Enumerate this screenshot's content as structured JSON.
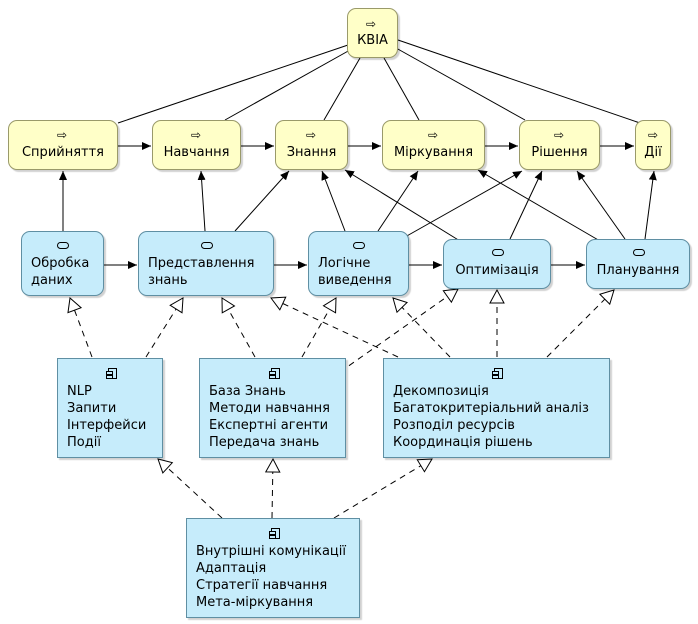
{
  "processes": {
    "kvia": "КВІА",
    "perception": "Сприйняття",
    "learning": "Навчання",
    "knowledge": "Знання",
    "reasoning": "Міркування",
    "decisions": "Рішення",
    "actions": "Дії"
  },
  "services": {
    "data_processing": [
      "Обробка",
      "даних"
    ],
    "knowledge_representation": [
      "Представлення",
      "знань"
    ],
    "logical_inference": [
      "Логічне",
      "виведення"
    ],
    "optimization": "Оптимізація",
    "planning": "Планування"
  },
  "components": {
    "interface": [
      "NLP",
      "Запити",
      "Інтерфейси",
      "Події"
    ],
    "knowledge": [
      "База Знань",
      "Методи навчання",
      "Експертні агенти",
      "Передача знань"
    ],
    "decision": [
      "Декомпозиція",
      "Багатокритеріальний аналіз",
      "Розподіл ресурсів",
      "Координація рішень"
    ],
    "internal": [
      "Внутрішні комунікації",
      "Адаптація",
      "Стратегії навчання",
      "Мета-міркування"
    ]
  },
  "icons": {
    "process": "process-arrow-icon",
    "service": "service-icon",
    "component": "component-icon"
  },
  "colors": {
    "process_fill": "#ffffc8",
    "service_fill": "#c6ecfb",
    "component_fill": "#c6ecfb"
  }
}
